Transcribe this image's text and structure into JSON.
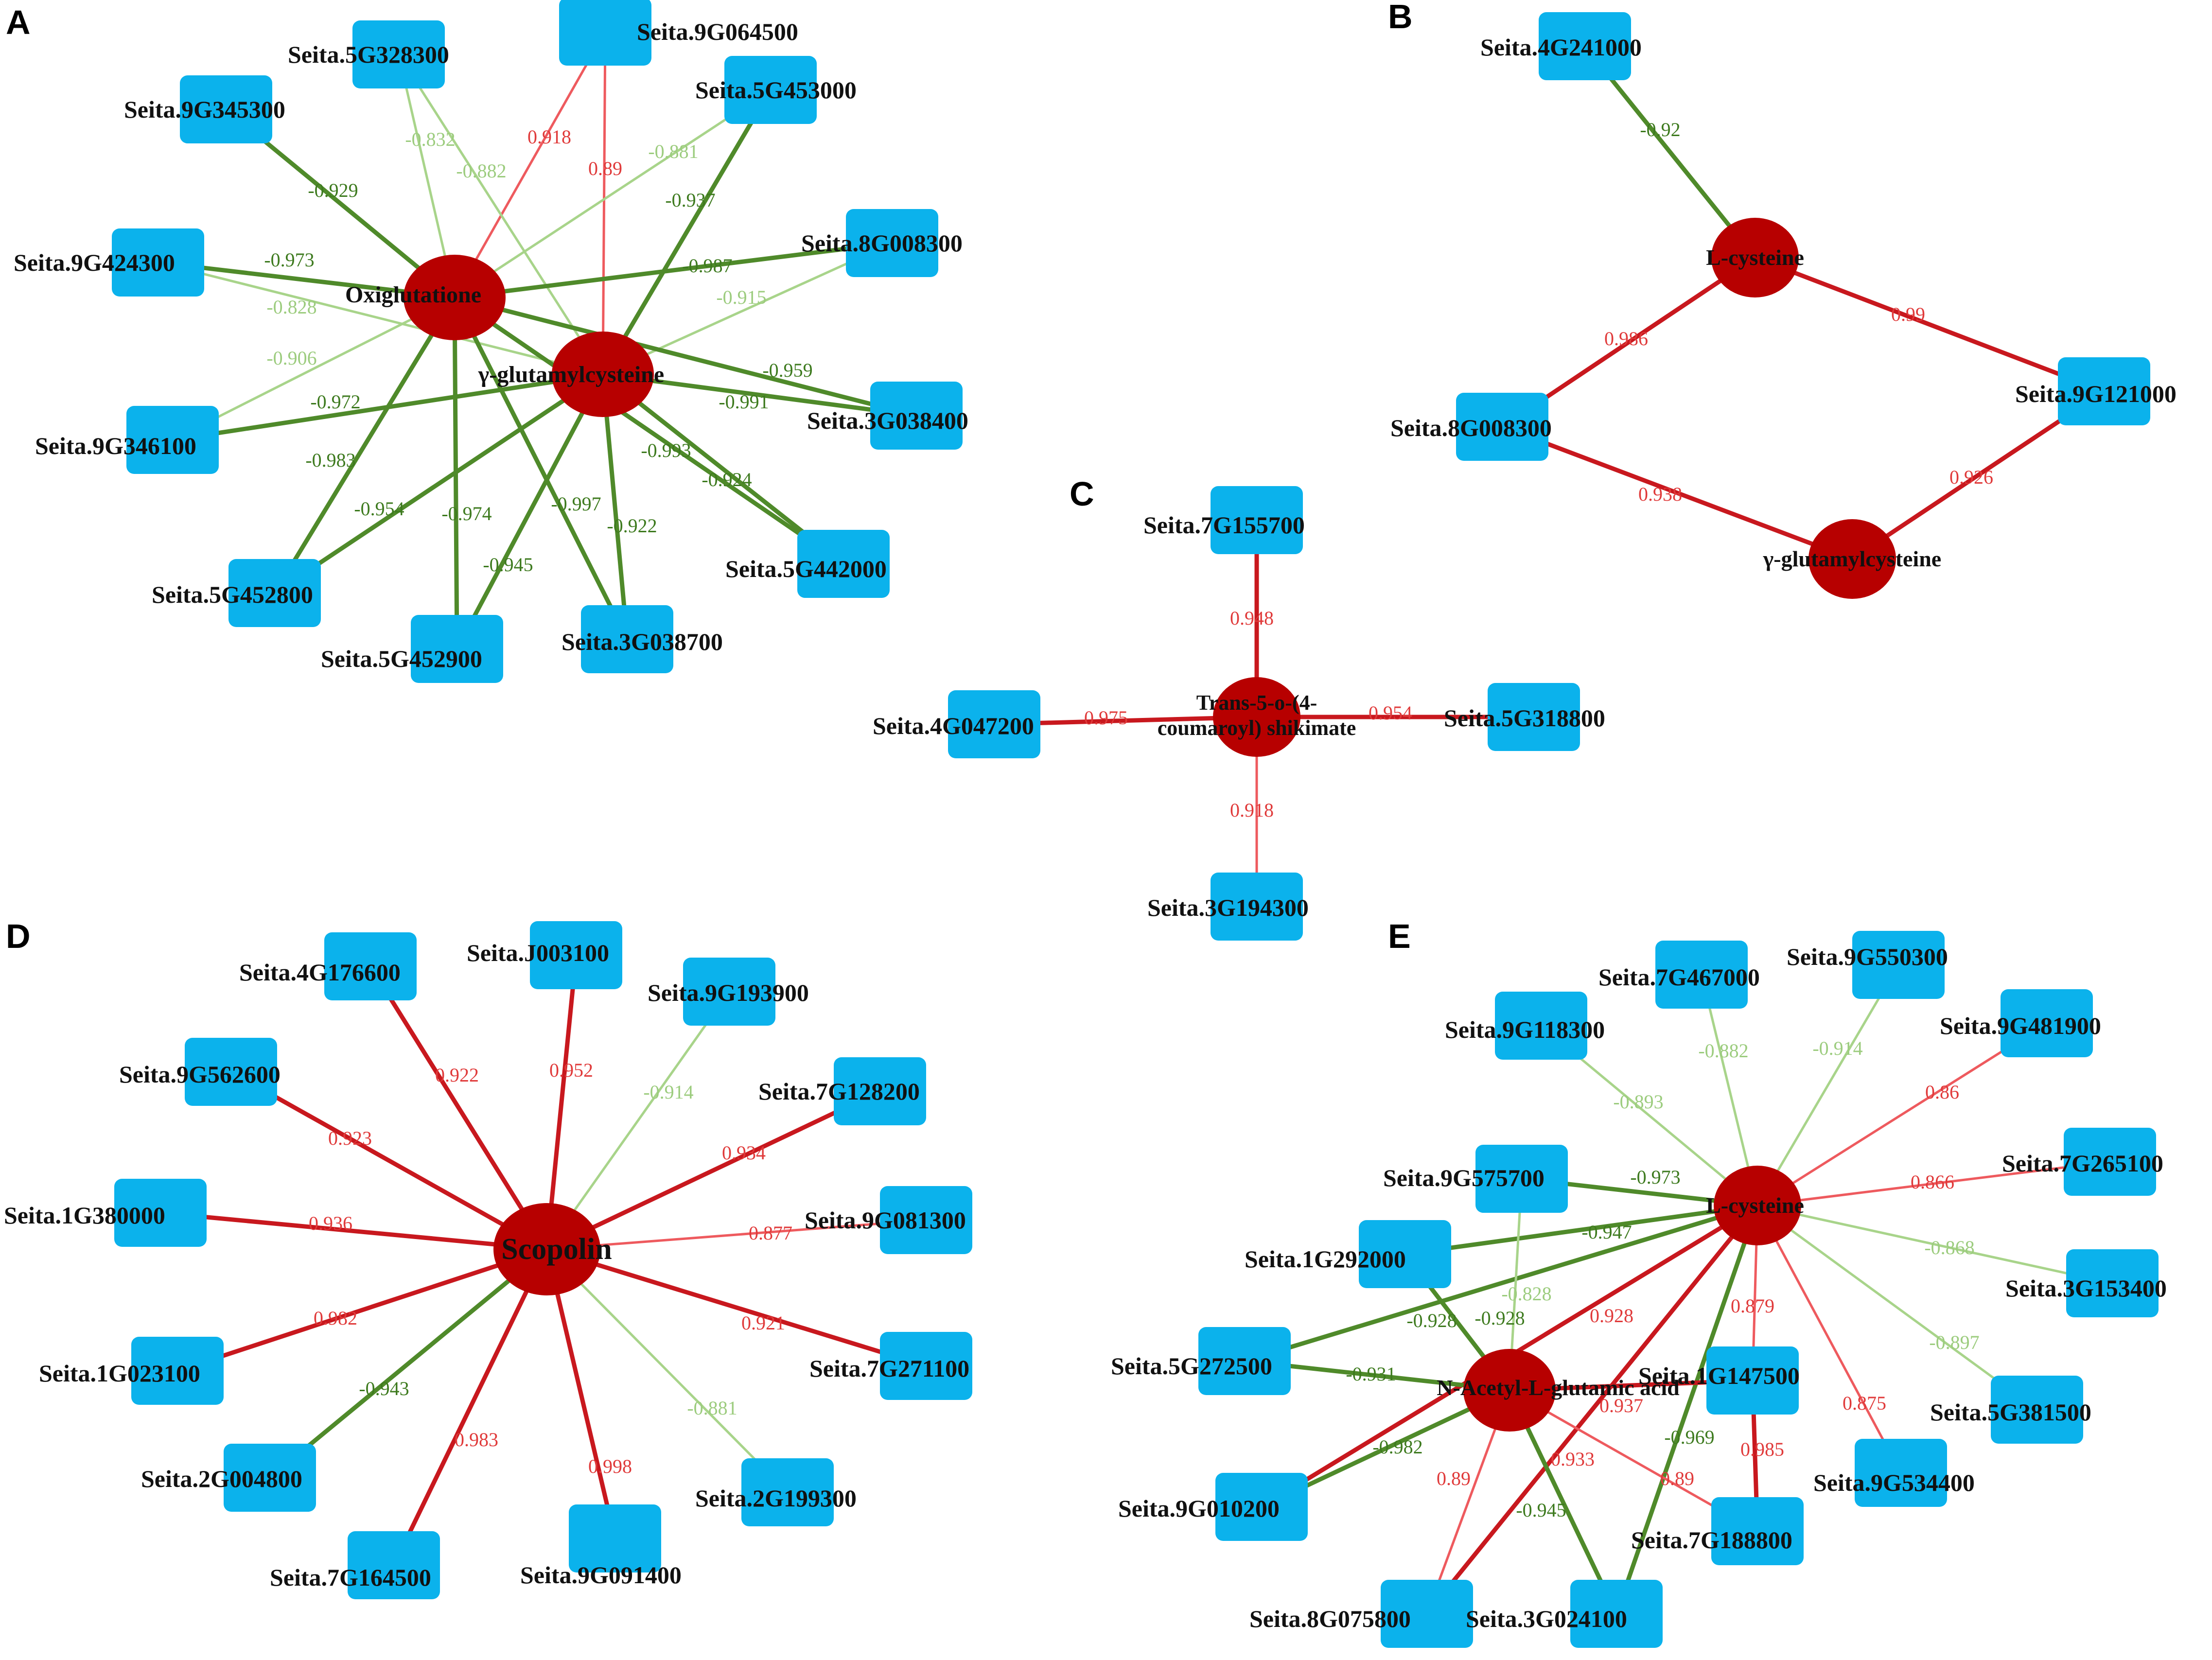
{
  "colors": {
    "gene_box": "#0bb2ec",
    "metabolite": "#b70000",
    "pos_strong": "#c8181e",
    "pos_light": "#ee5a5e",
    "neg_strong": "#4f8a2a",
    "neg_light": "#a8d48a",
    "label_pos": "#e03a3a",
    "label_neg_strong": "#3d7a1e",
    "label_neg_light": "#9ccc7e"
  },
  "panels": [
    {
      "letter": "A",
      "metabolites": [
        {
          "id": "oxi",
          "label": "Oxiglutatione"
        },
        {
          "id": "gglu",
          "label": "γ-glutamylcysteine"
        }
      ],
      "genes": [
        {
          "id": "9G064500",
          "label": "Seita.9G064500"
        },
        {
          "id": "5G328300",
          "label": "Seita.5G328300"
        },
        {
          "id": "9G345300",
          "label": "Seita.9G345300"
        },
        {
          "id": "5G453000",
          "label": "Seita.5G453000"
        },
        {
          "id": "8G008300",
          "label": "Seita.8G008300"
        },
        {
          "id": "9G424300",
          "label": "Seita.9G424300"
        },
        {
          "id": "3G038400",
          "label": "Seita.3G038400"
        },
        {
          "id": "9G346100",
          "label": "Seita.9G346100"
        },
        {
          "id": "5G442000",
          "label": "Seita.5G442000"
        },
        {
          "id": "5G452800",
          "label": "Seita.5G452800"
        },
        {
          "id": "3G038700",
          "label": "Seita.3G038700"
        },
        {
          "id": "5G452900",
          "label": "Seita.5G452900"
        }
      ],
      "edges": [
        {
          "from": "oxi",
          "to": "9G064500",
          "value": "0.918"
        },
        {
          "from": "gglu",
          "to": "9G064500",
          "value": "0.89"
        },
        {
          "from": "oxi",
          "to": "5G328300",
          "value": "-0.832"
        },
        {
          "from": "gglu",
          "to": "5G328300",
          "value": "-0.882"
        },
        {
          "from": "oxi",
          "to": "9G345300",
          "value": "-0.929"
        },
        {
          "from": "oxi",
          "to": "5G453000",
          "value": "-0.881"
        },
        {
          "from": "gglu",
          "to": "5G453000",
          "value": "-0.937"
        },
        {
          "from": "oxi",
          "to": "8G008300",
          "value": "-0.987"
        },
        {
          "from": "gglu",
          "to": "8G008300",
          "value": "-0.915"
        },
        {
          "from": "oxi",
          "to": "9G424300",
          "value": "-0.973"
        },
        {
          "from": "gglu",
          "to": "9G424300",
          "value": "-0.828"
        },
        {
          "from": "oxi",
          "to": "3G038400",
          "value": "-0.959"
        },
        {
          "from": "gglu",
          "to": "3G038400",
          "value": "-0.991"
        },
        {
          "from": "gglu",
          "to": "9G346100",
          "value": "-0.972"
        },
        {
          "from": "oxi",
          "to": "9G346100",
          "value": "-0.906"
        },
        {
          "from": "oxi",
          "to": "5G442000",
          "value": "-0.924"
        },
        {
          "from": "gglu",
          "to": "5G442000",
          "value": "-0.993"
        },
        {
          "from": "oxi",
          "to": "5G452800",
          "value": "-0.983"
        },
        {
          "from": "gglu",
          "to": "5G452800",
          "value": "-0.954"
        },
        {
          "from": "oxi",
          "to": "3G038700",
          "value": "-0.922"
        },
        {
          "from": "gglu",
          "to": "3G038700",
          "value": "-0.997"
        },
        {
          "from": "oxi",
          "to": "5G452900",
          "value": "-0.974"
        },
        {
          "from": "gglu",
          "to": "5G452900",
          "value": "-0.945"
        }
      ]
    },
    {
      "letter": "B",
      "metabolites": [
        {
          "id": "cys",
          "label": "L-cysteine"
        },
        {
          "id": "gglu",
          "label": "γ-glutamylcysteine"
        }
      ],
      "genes": [
        {
          "id": "4G241000",
          "label": "Seita.4G241000"
        },
        {
          "id": "8G008300",
          "label": "Seita.8G008300"
        },
        {
          "id": "9G121000",
          "label": "Seita.9G121000"
        }
      ],
      "edges": [
        {
          "from": "cys",
          "to": "4G241000",
          "value": "-0.92"
        },
        {
          "from": "cys",
          "to": "8G008300",
          "value": "0.986"
        },
        {
          "from": "cys",
          "to": "9G121000",
          "value": "0.99"
        },
        {
          "from": "gglu",
          "to": "8G008300",
          "value": "0.938"
        },
        {
          "from": "gglu",
          "to": "9G121000",
          "value": "0.926"
        }
      ]
    },
    {
      "letter": "C",
      "metabolites": [
        {
          "id": "trans",
          "label_line1": "Trans-5-o-(4-",
          "label_line2": "coumaroyl) shikimate"
        }
      ],
      "genes": [
        {
          "id": "7G155700",
          "label": "Seita.7G155700"
        },
        {
          "id": "4G047200",
          "label": "Seita.4G047200"
        },
        {
          "id": "5G318800",
          "label": "Seita.5G318800"
        },
        {
          "id": "3G194300",
          "label": "Seita.3G194300"
        }
      ],
      "edges": [
        {
          "from": "trans",
          "to": "7G155700",
          "value": "0.948"
        },
        {
          "from": "trans",
          "to": "4G047200",
          "value": "0.975"
        },
        {
          "from": "trans",
          "to": "5G318800",
          "value": "0.954"
        },
        {
          "from": "trans",
          "to": "3G194300",
          "value": "0.918"
        }
      ]
    },
    {
      "letter": "D",
      "metabolites": [
        {
          "id": "scop",
          "label": "Scopolin"
        }
      ],
      "genes": [
        {
          "id": "4G176600",
          "label": "Seita.4G176600"
        },
        {
          "id": "J003100",
          "label": "Seita.J003100"
        },
        {
          "id": "9G193900",
          "label": "Seita.9G193900"
        },
        {
          "id": "9G562600",
          "label": "Seita.9G562600"
        },
        {
          "id": "7G128200",
          "label": "Seita.7G128200"
        },
        {
          "id": "1G380000",
          "label": "Seita.1G380000"
        },
        {
          "id": "9G081300",
          "label": "Seita.9G081300"
        },
        {
          "id": "1G023100",
          "label": "Seita.1G023100"
        },
        {
          "id": "7G271100",
          "label": "Seita.7G271100"
        },
        {
          "id": "2G004800",
          "label": "Seita.2G004800"
        },
        {
          "id": "2G199300",
          "label": "Seita.2G199300"
        },
        {
          "id": "7G164500",
          "label": "Seita.7G164500"
        },
        {
          "id": "9G091400",
          "label": "Seita.9G091400"
        }
      ],
      "edges": [
        {
          "from": "scop",
          "to": "4G176600",
          "value": "0.922"
        },
        {
          "from": "scop",
          "to": "J003100",
          "value": "0.952"
        },
        {
          "from": "scop",
          "to": "9G193900",
          "value": "-0.914"
        },
        {
          "from": "scop",
          "to": "9G562600",
          "value": "0.923"
        },
        {
          "from": "scop",
          "to": "7G128200",
          "value": "0.934"
        },
        {
          "from": "scop",
          "to": "1G380000",
          "value": "0.936"
        },
        {
          "from": "scop",
          "to": "9G081300",
          "value": "0.877"
        },
        {
          "from": "scop",
          "to": "1G023100",
          "value": "0.982"
        },
        {
          "from": "scop",
          "to": "7G271100",
          "value": "0.921"
        },
        {
          "from": "scop",
          "to": "2G004800",
          "value": "-0.943"
        },
        {
          "from": "scop",
          "to": "2G199300",
          "value": "-0.881"
        },
        {
          "from": "scop",
          "to": "7G164500",
          "value": "0.983"
        },
        {
          "from": "scop",
          "to": "9G091400",
          "value": "0.998"
        }
      ]
    },
    {
      "letter": "E",
      "metabolites": [
        {
          "id": "cys",
          "label": "L-cysteine"
        },
        {
          "id": "nag",
          "label": "N-Acetyl-L-glutamic acid"
        }
      ],
      "genes": [
        {
          "id": "7G467000",
          "label": "Seita.7G467000"
        },
        {
          "id": "9G550300",
          "label": "Seita.9G550300"
        },
        {
          "id": "9G118300",
          "label": "Seita.9G118300"
        },
        {
          "id": "9G481900",
          "label": "Seita.9G481900"
        },
        {
          "id": "7G265100",
          "label": "Seita.7G265100"
        },
        {
          "id": "9G575700",
          "label": "Seita.9G575700"
        },
        {
          "id": "1G292000",
          "label": "Seita.1G292000"
        },
        {
          "id": "3G153400",
          "label": "Seita.3G153400"
        },
        {
          "id": "5G272500",
          "label": "Seita.5G272500"
        },
        {
          "id": "1G147500",
          "label": "Seita.1G147500"
        },
        {
          "id": "5G381500",
          "label": "Seita.5G381500"
        },
        {
          "id": "9G534400",
          "label": "Seita.9G534400"
        },
        {
          "id": "9G010200",
          "label": "Seita.9G010200"
        },
        {
          "id": "7G188800",
          "label": "Seita.7G188800"
        },
        {
          "id": "8G075800",
          "label": "Seita.8G075800"
        },
        {
          "id": "3G024100",
          "label": "Seita.3G024100"
        }
      ],
      "edges": [
        {
          "from": "cys",
          "to": "7G467000",
          "value": "-0.882"
        },
        {
          "from": "cys",
          "to": "9G550300",
          "value": "-0.914"
        },
        {
          "from": "cys",
          "to": "9G118300",
          "value": "-0.893"
        },
        {
          "from": "cys",
          "to": "9G481900",
          "value": "0.86"
        },
        {
          "from": "cys",
          "to": "7G265100",
          "value": "0.866"
        },
        {
          "from": "cys",
          "to": "9G575700",
          "value": "-0.973"
        },
        {
          "from": "cys",
          "to": "1G292000",
          "value": "-0.947"
        },
        {
          "from": "cys",
          "to": "3G153400",
          "value": "-0.868"
        },
        {
          "from": "cys",
          "to": "5G272500",
          "value": "-0.928"
        },
        {
          "from": "cys",
          "to": "1G147500",
          "value": "0.879"
        },
        {
          "from": "cys",
          "to": "5G381500",
          "value": "-0.897"
        },
        {
          "from": "cys",
          "to": "9G534400",
          "value": "0.875"
        },
        {
          "from": "cys",
          "to": "9G010200",
          "value": "0.928"
        },
        {
          "from": "cys",
          "to": "8G075800",
          "value": "0.933"
        },
        {
          "from": "cys",
          "to": "3G024100",
          "value": "-0.969"
        },
        {
          "from": "nag",
          "to": "9G575700",
          "value": "-0.828"
        },
        {
          "from": "nag",
          "to": "1G292000",
          "value": "-0.928"
        },
        {
          "from": "nag",
          "to": "5G272500",
          "value": "-0.931"
        },
        {
          "from": "nag",
          "to": "1G147500",
          "value": "0.937"
        },
        {
          "from": "nag",
          "to": "9G010200",
          "value": "-0.982"
        },
        {
          "from": "nag",
          "to": "8G075800",
          "value": "0.89"
        },
        {
          "from": "nag",
          "to": "3G024100",
          "value": "-0.945"
        },
        {
          "from": "nag",
          "to": "7G188800",
          "value": "0.89"
        },
        {
          "from": "1G147500",
          "to": "7G188800",
          "value": "0.985"
        }
      ]
    }
  ]
}
